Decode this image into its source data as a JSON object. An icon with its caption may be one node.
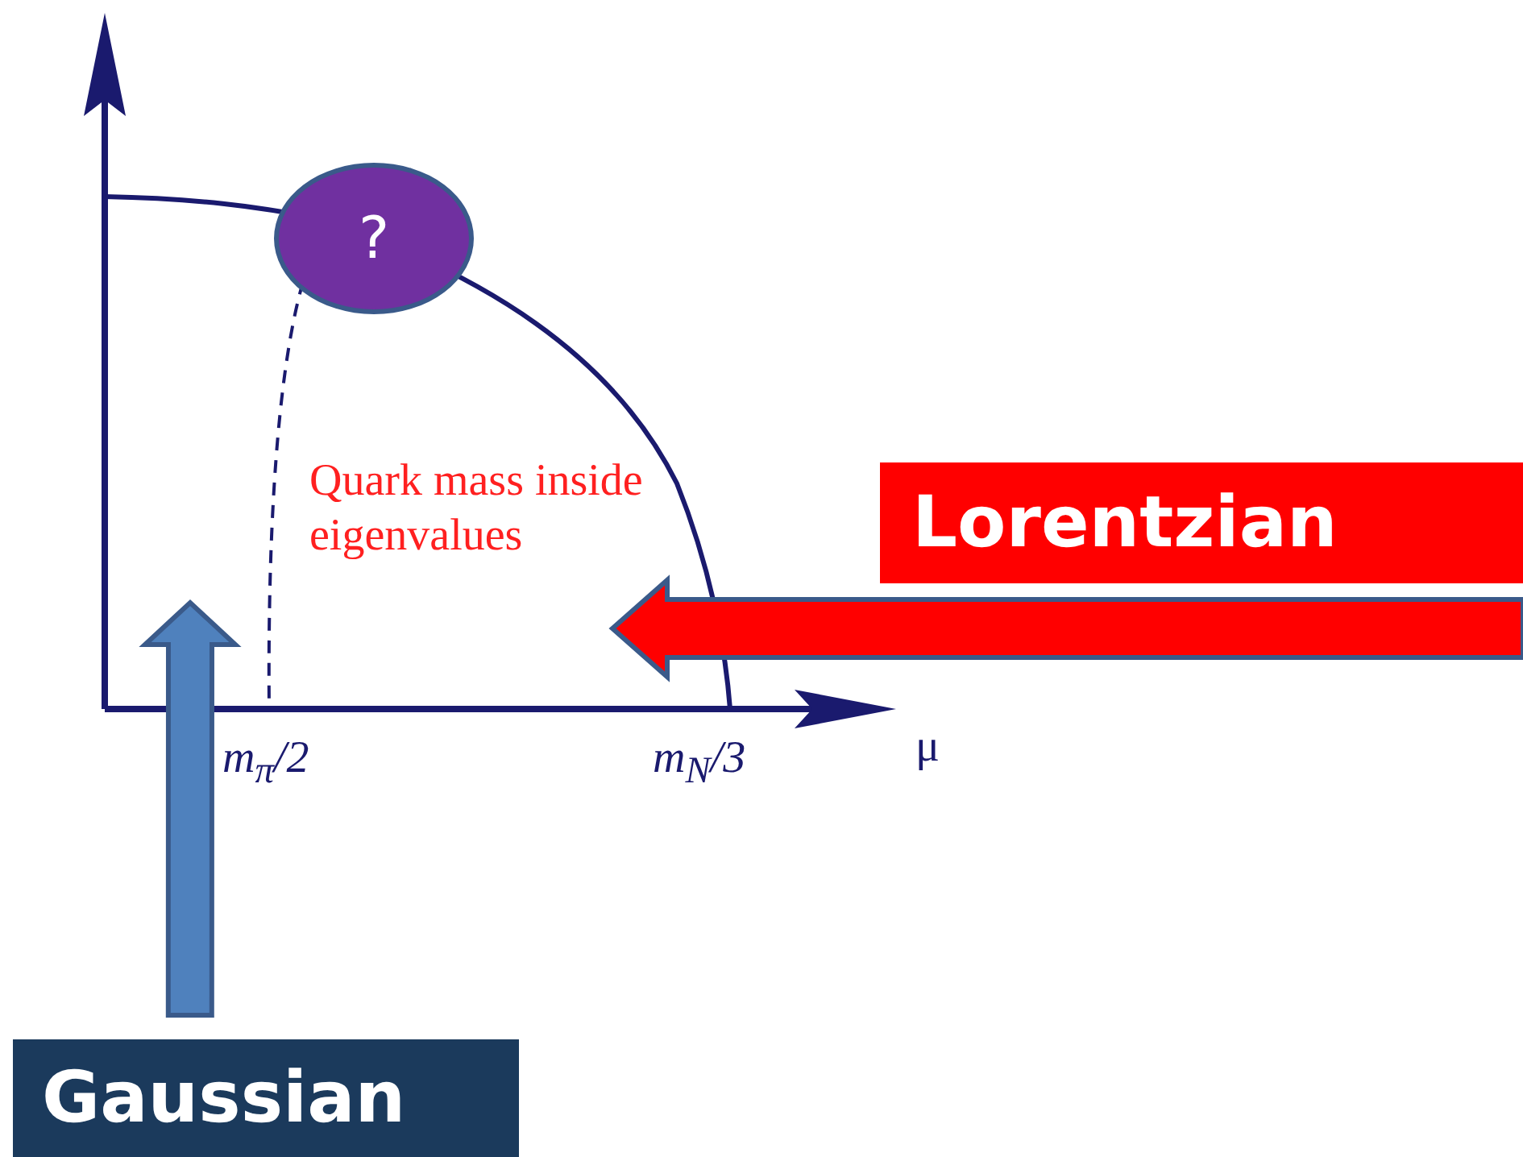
{
  "diagram": {
    "nodes": [
      {
        "text": [
          "?"
        ]
      },
      {
        "text": [
          "Lorentzian"
        ]
      },
      {
        "text": [
          "Gaussian"
        ]
      }
    ],
    "edges": [
      {
        "from": 1,
        "to": null,
        "arrow": "to",
        "color": "#ff0000"
      },
      {
        "from": 2,
        "to": null,
        "arrow": "to",
        "color": "#4f81bd"
      }
    ],
    "labels": [
      "Quark mass inside eigenvalues",
      "m$_{π}$/2",
      "m$_{N}$/3",
      "μ"
    ]
  }
}
